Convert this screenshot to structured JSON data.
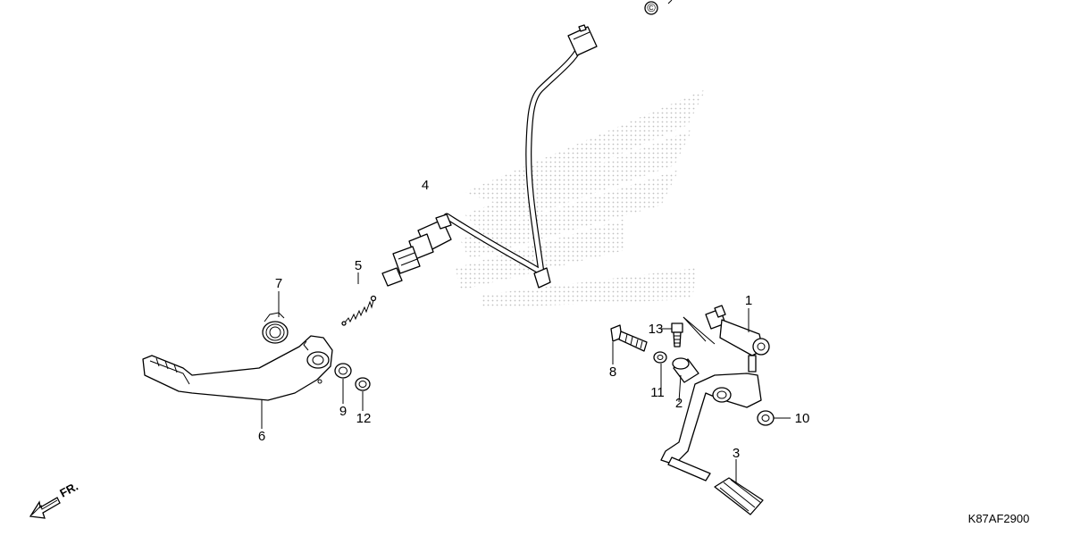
{
  "diagram": {
    "callouts": [
      {
        "id": "1",
        "label": "1"
      },
      {
        "id": "2",
        "label": "2"
      },
      {
        "id": "3",
        "label": "3"
      },
      {
        "id": "4",
        "label": "4"
      },
      {
        "id": "5",
        "label": "5"
      },
      {
        "id": "6",
        "label": "6"
      },
      {
        "id": "7",
        "label": "7"
      },
      {
        "id": "8",
        "label": "8"
      },
      {
        "id": "9",
        "label": "9"
      },
      {
        "id": "10",
        "label": "10"
      },
      {
        "id": "11",
        "label": "11"
      },
      {
        "id": "12",
        "label": "12"
      },
      {
        "id": "13",
        "label": "13"
      }
    ],
    "front_arrow_label": "FR.",
    "diagram_code": "K87AF2900",
    "watermark": {
      "symbol": "©",
      "icon": "wing-logo-watermark"
    }
  }
}
